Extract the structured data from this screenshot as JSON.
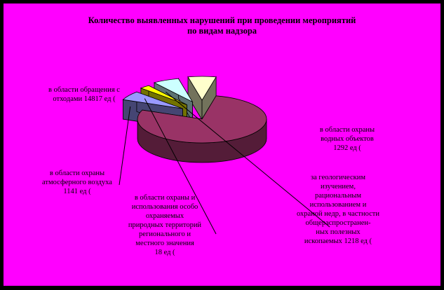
{
  "chart_data": {
    "type": "pie",
    "title_lines": [
      "Количество выявленных нарушений при проведении мероприятий",
      "по видам надзора"
    ],
    "slices": [
      {
        "label_lines": [
          "в области обращения с",
          "отходами 14817 ед ("
        ],
        "value": 14817,
        "color": "#993366",
        "exploded": false
      },
      {
        "label_lines": [
          "в области охраны",
          "атмосферного воздуха",
          "1141 ед ("
        ],
        "value": 1141,
        "color": "#9999FF",
        "exploded": true
      },
      {
        "label_lines": [
          "в области охраны и",
          "использования особо",
          "охраняемых",
          "природных территорий",
          "регионального и",
          "местного значения",
          "18 ед ("
        ],
        "value": 18,
        "color": "#FFFF00",
        "exploded": true
      },
      {
        "label_lines": [
          "за геологическим",
          "изучением,",
          "рациональным",
          "использованием и",
          "охраной недр, в частности",
          "общераспространен-",
          "ных полезных",
          "ископаемых 1218 ед ("
        ],
        "value": 1218,
        "color": "#CCFFFF",
        "exploded": true
      },
      {
        "label_lines": [
          "в области охраны",
          "водных объектов",
          "1292 ед ("
        ],
        "value": 1292,
        "color": "#FFFFCC",
        "exploded": true
      }
    ]
  }
}
